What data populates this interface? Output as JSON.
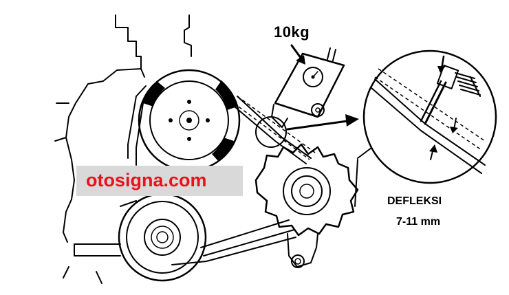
{
  "labels": {
    "force": "10kg",
    "deflection_title": "DEFLEKSI",
    "deflection_range": "7-11 mm"
  },
  "watermark": {
    "text": "otosigna.com",
    "text_color": "#e8121f",
    "box_color": "#d9d9d9"
  },
  "icons": [
    "tension-gauge-icon",
    "pointer-arrow-icon",
    "magnifier-callout-icon"
  ]
}
